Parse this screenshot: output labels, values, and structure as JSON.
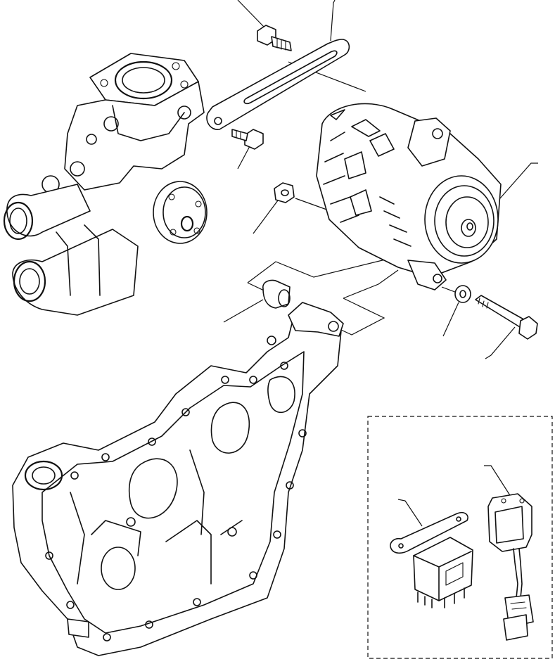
{
  "diagram": {
    "type": "exploded-parts-view",
    "parts": [
      {
        "id": "bolt-top",
        "icon": "bolt-icon"
      },
      {
        "id": "adjusting-bracket",
        "icon": "bracket-icon"
      },
      {
        "id": "water-pump",
        "icon": "pump-icon"
      },
      {
        "id": "bolt-bracket",
        "icon": "bolt-icon"
      },
      {
        "id": "nut",
        "icon": "nut-icon"
      },
      {
        "id": "alternator",
        "icon": "alternator-icon"
      },
      {
        "id": "spacer",
        "icon": "spacer-icon"
      },
      {
        "id": "washer",
        "icon": "washer-icon"
      },
      {
        "id": "long-bolt",
        "icon": "bolt-icon"
      },
      {
        "id": "gear-case",
        "icon": "housing-icon"
      },
      {
        "id": "regulator",
        "icon": "relay-icon"
      },
      {
        "id": "regulator-stay",
        "icon": "bracket-icon"
      },
      {
        "id": "relay-unit",
        "icon": "relay-icon"
      }
    ],
    "colors": {
      "line": "#111111",
      "background": "#ffffff"
    }
  }
}
